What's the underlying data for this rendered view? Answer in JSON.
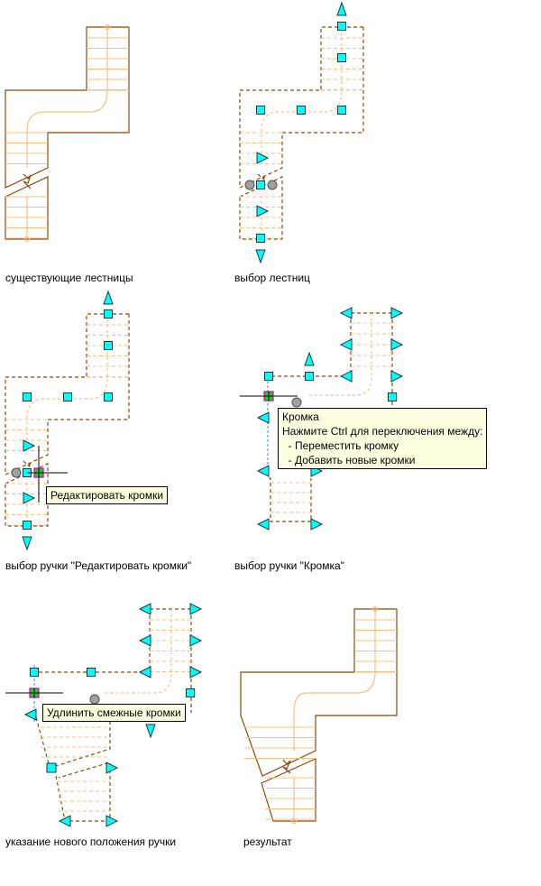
{
  "panels": [
    {
      "id": "existing",
      "caption": "существующие лестницы"
    },
    {
      "id": "selected",
      "caption": "выбор лестниц"
    },
    {
      "id": "edit-edges-grip",
      "caption": "выбор ручки \"Редактировать кромки\"",
      "tooltip": [
        "Редактировать кромки"
      ]
    },
    {
      "id": "edge-grip",
      "caption": "выбор ручки \"Кромка\"",
      "tooltip": [
        "Кромка",
        "Нажмите Ctrl для переключения между:",
        "  - Переместить кромку",
        "  - Добавить новые кромки"
      ]
    },
    {
      "id": "new-position",
      "caption": "указание нового положения ручки",
      "tooltip": [
        "Удлинить смежные кромки"
      ]
    },
    {
      "id": "result",
      "caption": "результат"
    }
  ],
  "colors": {
    "stair_outline": "#8b4a0a",
    "tread": "#f8c080",
    "grip": "#00ffff",
    "selected_grip": "#22cc22",
    "tooltip_bg": "#ffffe1"
  }
}
